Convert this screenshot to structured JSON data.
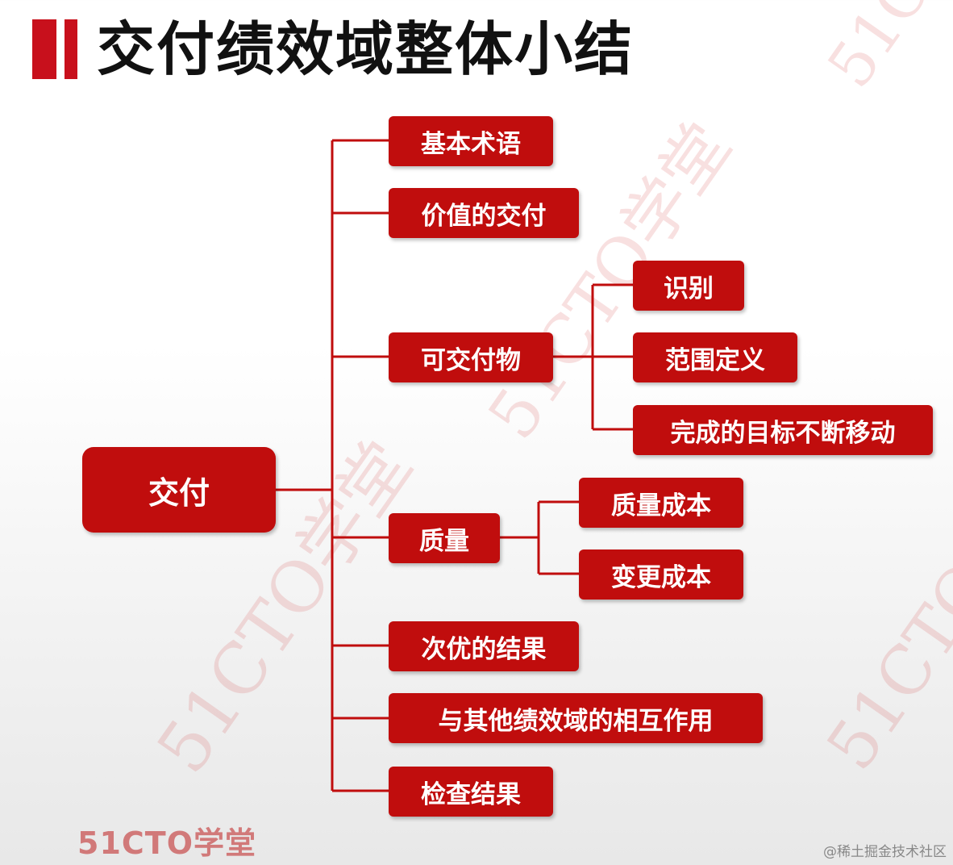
{
  "title": "交付绩效域整体小结",
  "accent_color": "#c00d0d",
  "root": {
    "label": "交付"
  },
  "branches": [
    {
      "label": "基本术语"
    },
    {
      "label": "价值的交付"
    },
    {
      "label": "可交付物",
      "children": [
        "识别",
        "范围定义",
        "完成的目标不断移动"
      ]
    },
    {
      "label": "质量",
      "children": [
        "质量成本",
        "变更成本"
      ]
    },
    {
      "label": "次优的结果"
    },
    {
      "label": "与其他绩效域的相互作用"
    },
    {
      "label": "检查结果"
    }
  ],
  "watermark_text": "51CTO学堂",
  "logo_text": "51CTO学堂",
  "credit_text": "@稀土掘金技术社区"
}
